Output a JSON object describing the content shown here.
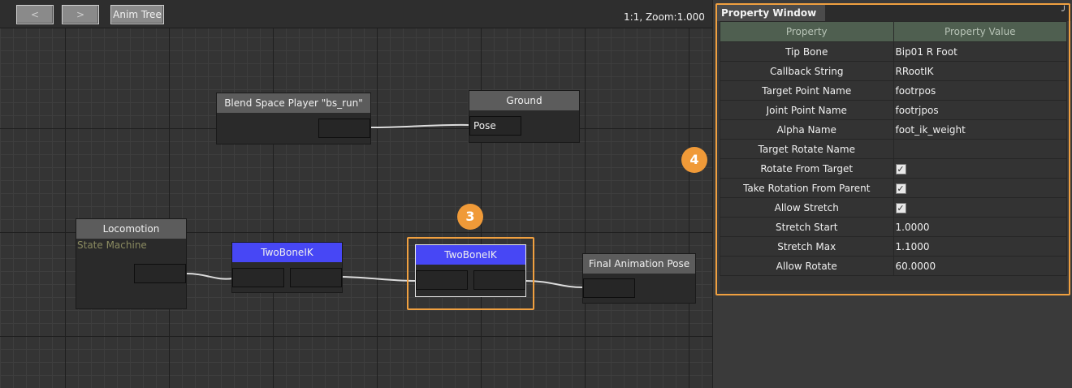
{
  "toolbar": {
    "back_label": "<",
    "forward_label": ">",
    "anim_tree_label": "Anim Tree",
    "zoom_readout": "1:1, Zoom:1.000"
  },
  "nodes": {
    "blend_space": {
      "title": "Blend Space Player \"bs_run\""
    },
    "ground": {
      "title": "Ground",
      "pin_label": "Pose"
    },
    "locomotion": {
      "title": "Locomotion",
      "subtitle": "State Machine"
    },
    "twoboneik_1": {
      "title": "TwoBoneIK"
    },
    "twoboneik_2": {
      "title": "TwoBoneIK"
    },
    "final_pose": {
      "title": "Final Animation Pose"
    }
  },
  "callouts": {
    "node_badge": "3",
    "panel_badge": "4"
  },
  "property_window": {
    "title": "Property Window",
    "pin_icon": "pin-icon",
    "columns": [
      "Property",
      "Property Value"
    ],
    "rows": [
      {
        "name": "Tip Bone",
        "value": "Bip01 R Foot"
      },
      {
        "name": "Callback String",
        "value": "RRootIK"
      },
      {
        "name": "Target Point Name",
        "value": "footrpos"
      },
      {
        "name": "Joint Point Name",
        "value": "footrjpos"
      },
      {
        "name": "Alpha Name",
        "value": "foot_ik_weight"
      },
      {
        "name": "Target Rotate Name",
        "value": ""
      },
      {
        "name": "Rotate From Target",
        "checked": true
      },
      {
        "name": "Take Rotation From Parent",
        "checked": true
      },
      {
        "name": "Allow Stretch",
        "checked": true
      },
      {
        "name": "Stretch Start",
        "value": "1.0000"
      },
      {
        "name": "Stretch Max",
        "value": "1.1000"
      },
      {
        "name": "Allow Rotate",
        "value": "60.0000"
      }
    ]
  },
  "colors": {
    "accent_orange": "#f09a38",
    "selected_node_header": "#4747f5",
    "table_header_bg": "#4f5f50"
  }
}
